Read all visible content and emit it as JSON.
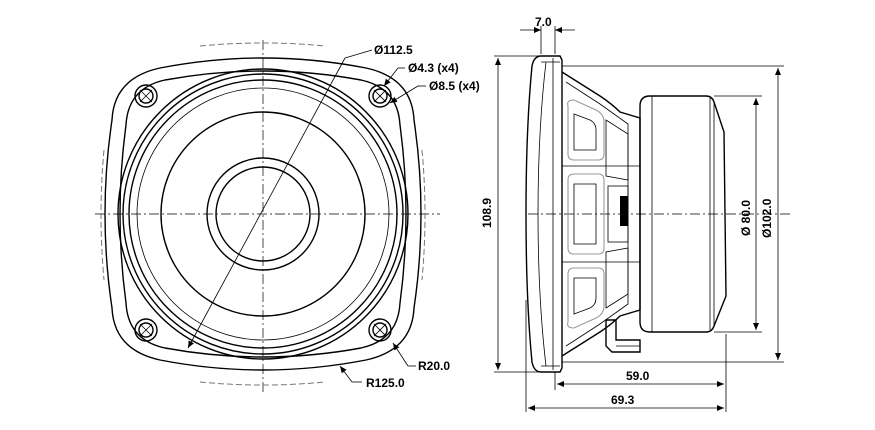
{
  "front_view": {
    "diameter_label": "Ø112.5",
    "hole_label": "Ø4.3 (x4)",
    "hole_outer_label": "Ø8.5 (x4)",
    "corner_radius_label": "R20.0",
    "outer_radius_label": "R125.0"
  },
  "side_view": {
    "flange_thickness_label": "7.0",
    "height_label": "108.9",
    "magnet_diameter_label": "Ø 80.0",
    "magnet_outer_label": "Ø102.0",
    "depth_label": "59.0",
    "total_depth_label": "69.3"
  }
}
